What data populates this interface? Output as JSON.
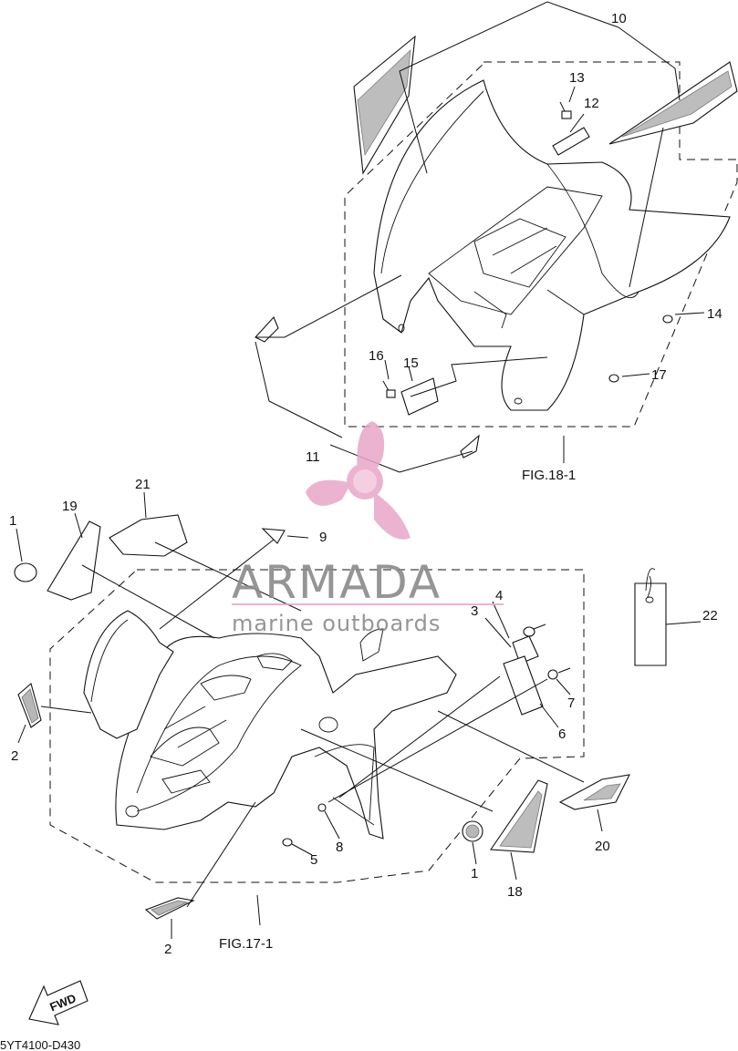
{
  "diagram": {
    "callouts": [
      "1",
      "2",
      "3",
      "4",
      "5",
      "6",
      "7",
      "8",
      "9",
      "10",
      "11",
      "12",
      "13",
      "14",
      "15",
      "16",
      "17",
      "18",
      "19",
      "20",
      "21",
      "22",
      "2",
      "1"
    ],
    "fig_upper": "FIG.18-1",
    "fig_lower": "FIG.17-1",
    "diagram_code": "5YT4100-D430",
    "fwd_label": "FWD"
  },
  "watermark": {
    "brand": "ARMADA",
    "tagline": "marine outboards",
    "accent_color": "#e8a6c8",
    "text_color": "#8a8a8a"
  }
}
